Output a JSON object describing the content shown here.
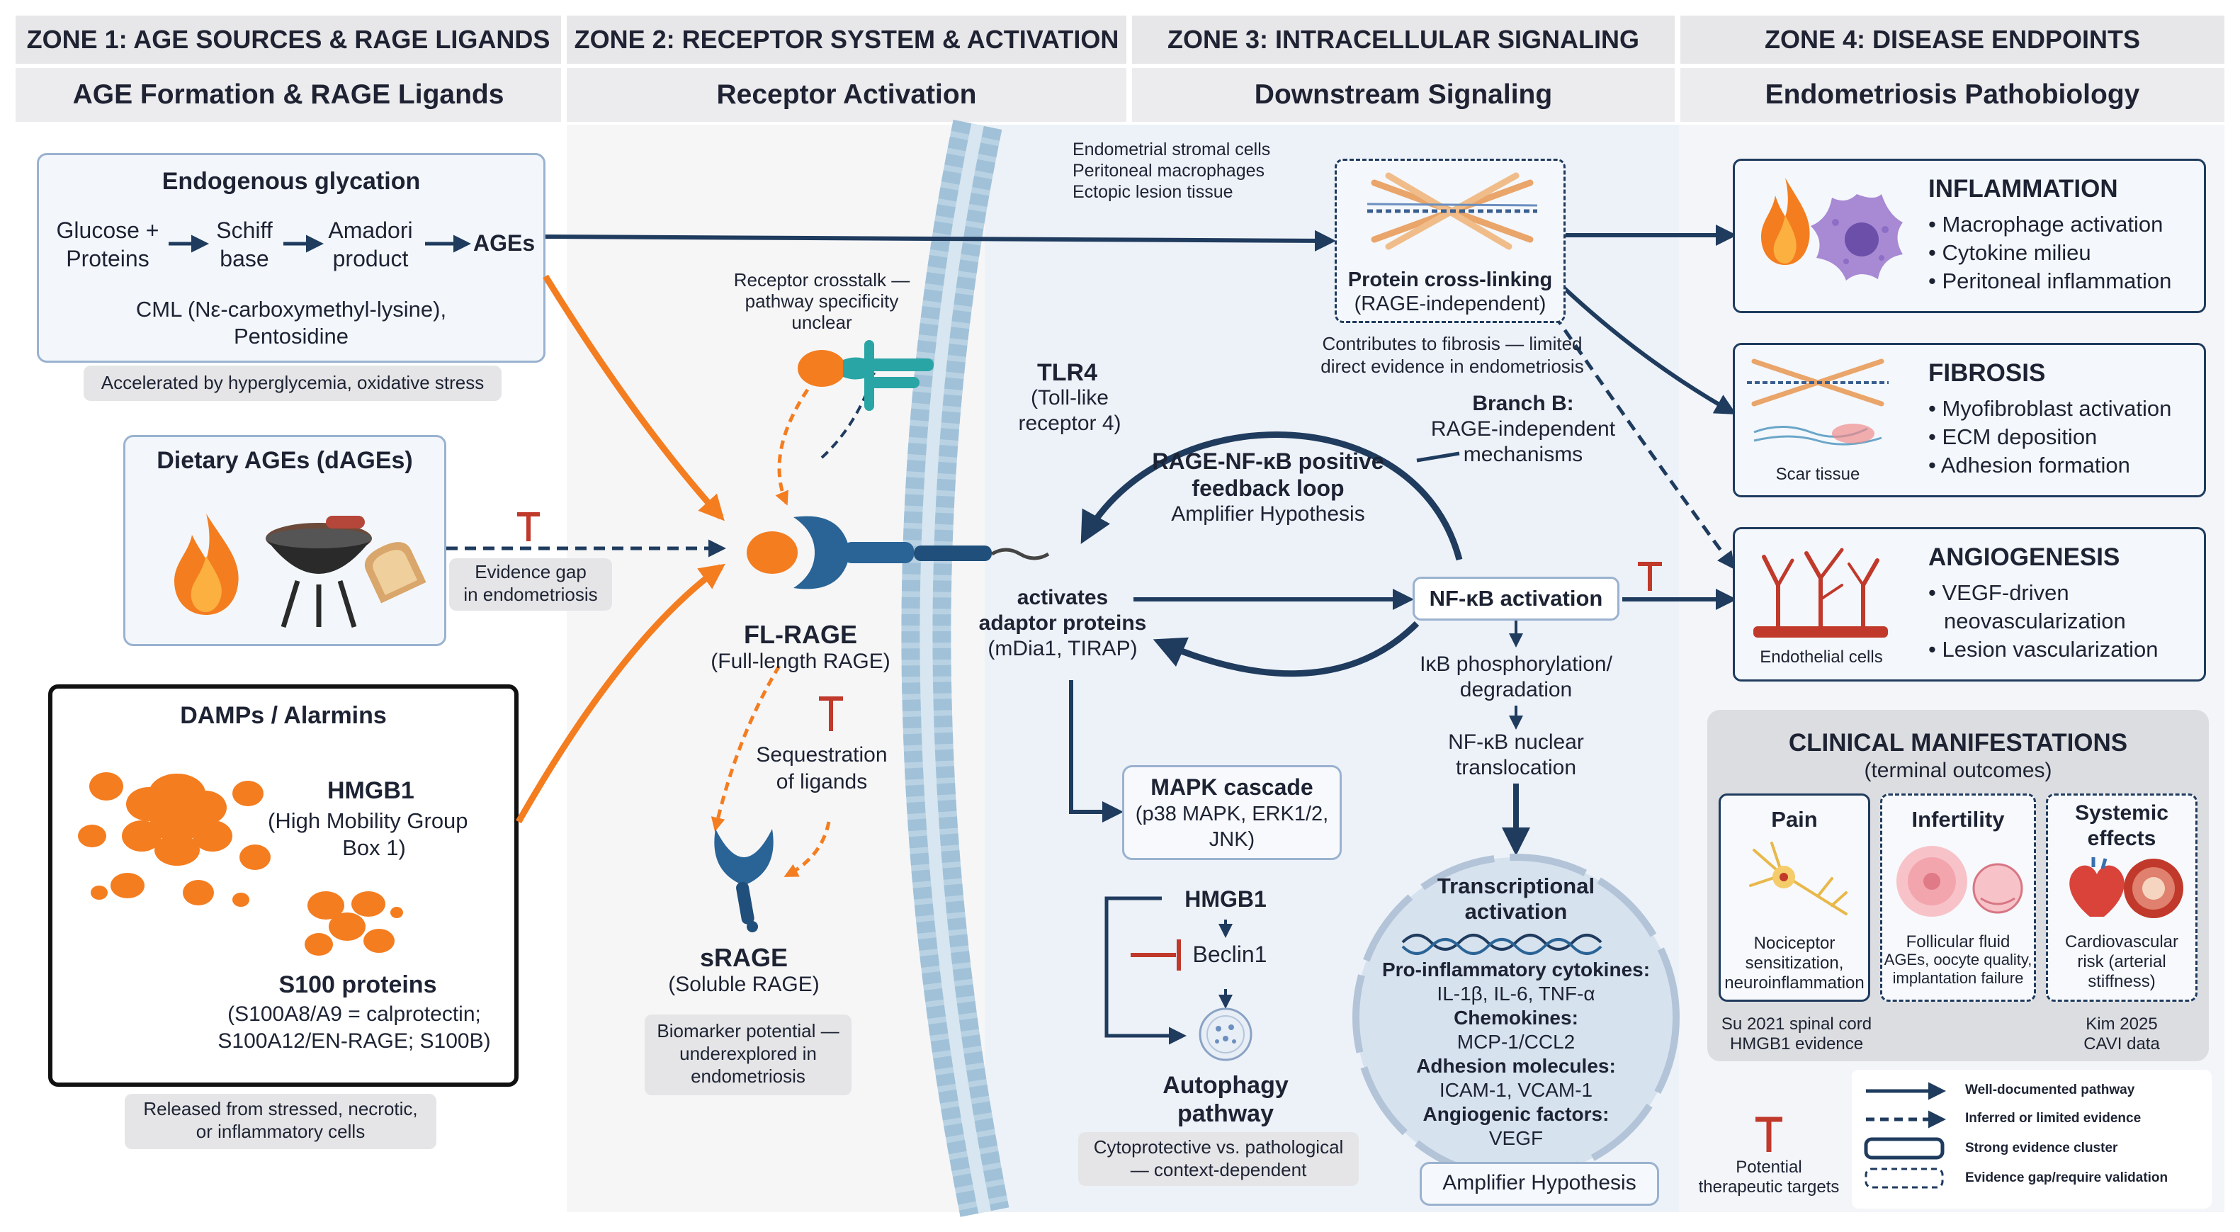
{
  "headers": {
    "zone1": "ZONE 1: AGE SOURCES & RAGE LIGANDS",
    "zone2": "ZONE 2: RECEPTOR SYSTEM & ACTIVATION",
    "zone3": "ZONE 3: INTRACELLULAR SIGNALING",
    "zone4": "ZONE 4: DISEASE ENDPOINTS",
    "sub1": "AGE Formation & RAGE Ligands",
    "sub2": "Receptor Activation",
    "sub3": "Downstream Signaling",
    "sub4": "Endometriosis Pathobiology"
  },
  "zone1": {
    "glycation": {
      "title": "Endogenous glycation",
      "s1": "Glucose +",
      "s1b": "Proteins",
      "s2": "Schiff",
      "s2b": "base",
      "s3": "Amadori",
      "s3b": "product",
      "s4": "AGEs",
      "cml": "CML (Nε-carboxymethyl-lysine),",
      "pento": "Pentosidine",
      "note": "Accelerated by hyperglycemia, oxidative stress"
    },
    "dietary": {
      "title": "Dietary AGEs (dAGEs)",
      "gap1": "Evidence gap",
      "gap2": "in endometriosis"
    },
    "damps": {
      "title": "DAMPs / Alarmins",
      "hmgb1": "HMGB1",
      "hmgb1_l1": "(High Mobility Group",
      "hmgb1_l2": "Box 1)",
      "s100": "S100 proteins",
      "s100_l1": "(S100A8/A9 = calprotectin;",
      "s100_l2": "S100A12/EN-RAGE; S100B)",
      "note1": "Released from stressed, necrotic,",
      "note2": "or inflammatory cells"
    }
  },
  "zone2": {
    "crosstalk1": "Receptor crosstalk —",
    "crosstalk2": "pathway specificity",
    "crosstalk3": "unclear",
    "tlr4": "TLR4",
    "tlr4_l1": "(Toll-like",
    "tlr4_l2": "receptor 4)",
    "flrage": "FL-RAGE",
    "flrage_sub": "(Full-length RAGE)",
    "seq1": "Sequestration",
    "seq2": "of ligands",
    "srage": "sRAGE",
    "srage_sub": "(Soluble RAGE)",
    "bio1": "Biomarker potential —",
    "bio2": "underexplored in",
    "bio3": "endometriosis",
    "cells1": "Endometrial stromal cells",
    "cells2": "Peritoneal macrophages",
    "cells3": "Ectopic lesion tissue"
  },
  "zone3": {
    "crosslink": "Protein cross-linking",
    "crosslink_sub": "(RAGE-independent)",
    "fib1": "Contributes to fibrosis — limited",
    "fib2": "direct evidence in endometriosis",
    "branchb": "Branch B:",
    "branchb_l1": "RAGE-independent",
    "branchb_l2": "mechanisms",
    "loop1": "RAGE-NF-κB positive",
    "loop2": "feedback loop",
    "loop3": "Amplifier Hypothesis",
    "adaptor1": "activates",
    "adaptor2": "adaptor proteins",
    "adaptor3": "(mDia1, TIRAP)",
    "nfkb": "NF-κB activation",
    "ikb1": "IκB phosphorylation/",
    "ikb2": "degradation",
    "nuc1": "NF-κB nuclear",
    "nuc2": "translocation",
    "mapk": "MAPK cascade",
    "mapk1": "(p38 MAPK, ERK1/2,",
    "mapk2": "JNK)",
    "hmgb1": "HMGB1",
    "beclin": "Beclin1",
    "auto1": "Autophagy",
    "auto2": "pathway",
    "cyto1": "Cytoprotective vs. pathological",
    "cyto2": "— context-dependent",
    "trans1": "Transcriptional",
    "trans2": "activation",
    "pro": "Pro-inflammatory cytokines:",
    "pro_v": "IL-1β, IL-6, TNF-α",
    "chemo": "Chemokines:",
    "chemo_v": "MCP-1/CCL2",
    "adh": "Adhesion molecules:",
    "adh_v": "ICAM-1, VCAM-1",
    "ang": "Angiogenic factors:",
    "ang_v": "VEGF",
    "amp": "Amplifier Hypothesis"
  },
  "zone4": {
    "inflam": {
      "title": "INFLAMMATION",
      "items": [
        "• Macrophage activation",
        "• Cytokine milieu",
        "• Peritoneal inflammation"
      ]
    },
    "fibrosis": {
      "title": "FIBROSIS",
      "items": [
        "• Myofibroblast activation",
        "• ECM deposition",
        "• Adhesion formation"
      ],
      "img": "Scar tissue"
    },
    "angio": {
      "title": "ANGIOGENESIS",
      "items": [
        "• VEGF-driven",
        "neovascularization",
        "• Lesion vascularization"
      ],
      "img": "Endothelial cells"
    },
    "clinical": {
      "title": "CLINICAL MANIFESTATIONS",
      "sub": "(terminal outcomes)",
      "pain": "Pain",
      "pain1": "Nociceptor",
      "pain2": "sensitization,",
      "pain3": "neuroinflammation",
      "infert": "Infertility",
      "inf1": "Follicular fluid",
      "inf2": "AGEs, oocyte quality,",
      "inf3": "implantation failure",
      "sys1": "Systemic",
      "sys2": "effects",
      "sys_l1": "Cardiovascular",
      "sys_l2": "risk (arterial",
      "sys_l3": "stiffness)",
      "su1": "Su 2021 spinal cord",
      "su2": "HMGB1 evidence",
      "kim1": "Kim 2025",
      "kim2": "CAVI data"
    },
    "legend": {
      "therap1": "Potential",
      "therap2": "therapeutic targets",
      "l1": "Well-documented pathway",
      "l2": "Inferred or limited evidence",
      "l3": "Strong evidence cluster",
      "l4": "Evidence gap/require validation"
    }
  },
  "colors": {
    "navy": "#1f3b5e",
    "orange": "#f47d20",
    "inhibit": "#c0392b",
    "membrane": "#a9c7dd"
  }
}
